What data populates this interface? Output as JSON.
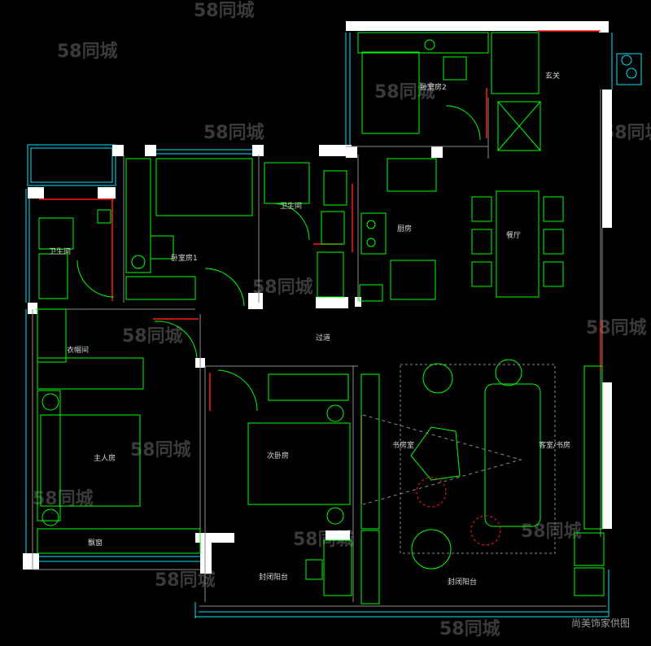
{
  "watermark": "58同城",
  "credit": "尚美饰家供图",
  "rooms": {
    "bedroom2": "卧室房2",
    "foyer": "玄关",
    "bath1": "卫生间",
    "bedroom1": "卧室房1",
    "bath2": "卫生间",
    "kitchen": "厨房",
    "dining": "餐厅",
    "wardrobe": "衣帽间",
    "corridor": "过道",
    "master": "主人房",
    "second": "次卧房",
    "living": "客室/书房",
    "study": "书房室",
    "window": "飘窗",
    "balcony1": "封闭阳台",
    "balcony2": "封闭阳台"
  },
  "colors": {
    "wall": "#ffffff",
    "furniture": "#00ff00",
    "window": "#00e5ff",
    "accent": "#ff1a1a",
    "dim": "#8c8c8c"
  }
}
